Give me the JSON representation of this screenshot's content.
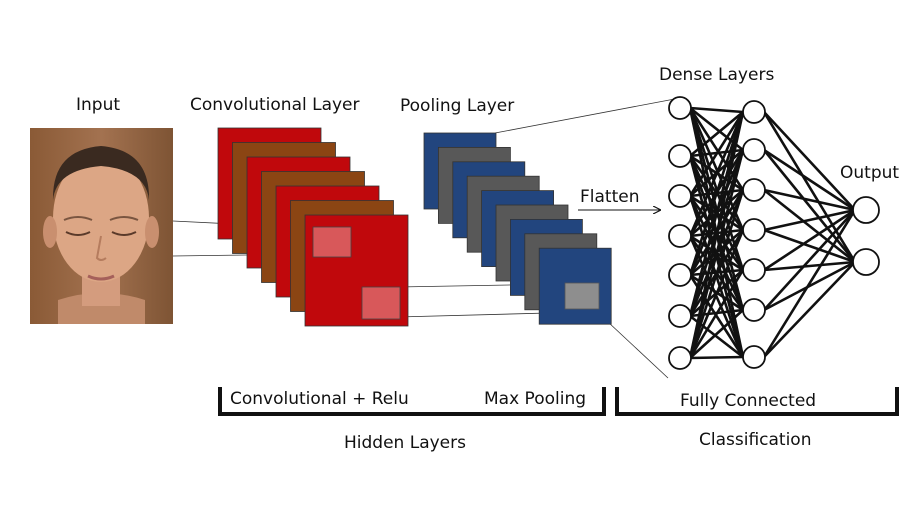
{
  "labels": {
    "input": "Input",
    "conv": "Convolutional Layer",
    "pool": "Pooling Layer",
    "dense": "Dense Layers",
    "flatten": "Flatten",
    "output": "Output",
    "conv_relu": "Convolutional + Relu",
    "max_pooling": "Max Pooling",
    "fully_connected": "Fully Connected",
    "hidden_layers": "Hidden Layers",
    "classification": "Classification"
  },
  "conv_stack": {
    "count": 7,
    "colors": [
      "#c0080c",
      "#8b4513"
    ],
    "border": "#333333",
    "patch_color": "#d8585a"
  },
  "pool_stack": {
    "count": 9,
    "colors": [
      "#22457e",
      "#585858"
    ],
    "border": "#333333",
    "patch_color": "#8e8e8e"
  },
  "network": {
    "layer_sizes": [
      7,
      7,
      2
    ]
  }
}
